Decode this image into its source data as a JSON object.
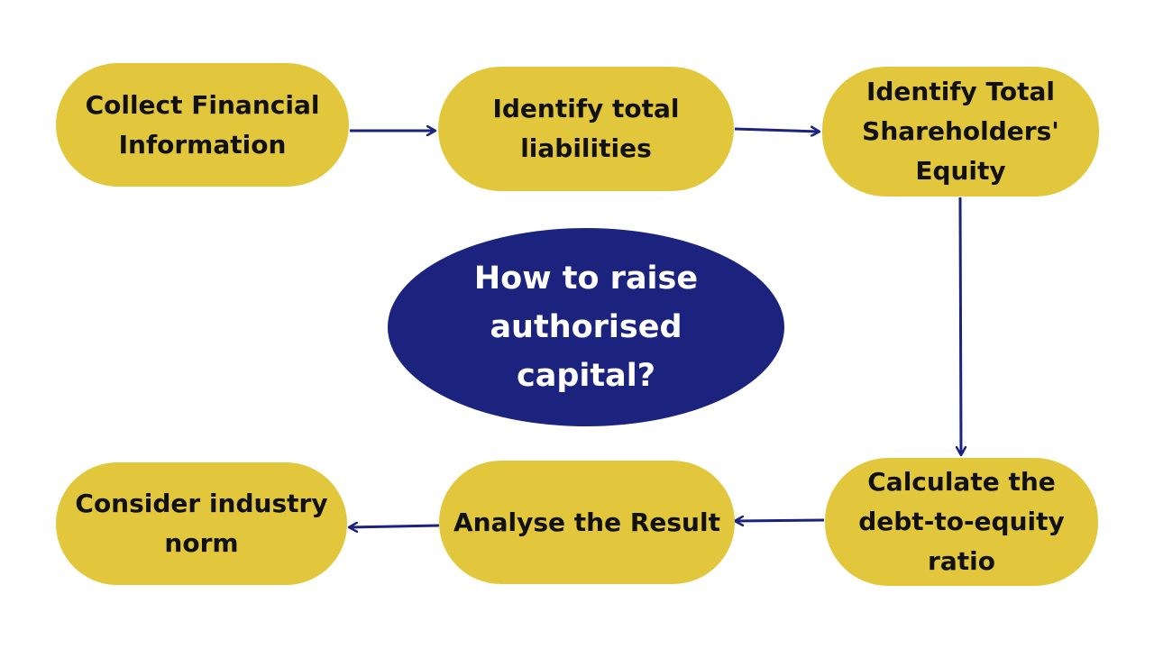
{
  "colors": {
    "node_fill": "#e2c73c",
    "center_fill": "#1b237e",
    "arrow": "#1b237e",
    "node_text": "#111111",
    "center_text": "#ffffff"
  },
  "center": {
    "label": "How to raise authorised capital?"
  },
  "steps": [
    {
      "label": "Collect Financial Information"
    },
    {
      "label": "Identify total liabilities"
    },
    {
      "label": "Identify Total Shareholders' Equity"
    },
    {
      "label": "Calculate the debt-to-equity ratio"
    },
    {
      "label": "Analyse the Result"
    },
    {
      "label": "Consider industry norm"
    }
  ]
}
